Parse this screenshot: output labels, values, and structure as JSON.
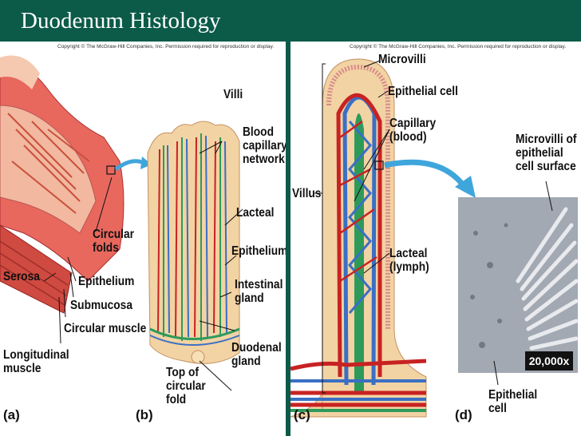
{
  "title": "Duodenum Histology",
  "copyright": "Copyright © The McGraw-Hill Companies, Inc. Permission required for reproduction or display.",
  "panels": {
    "a": "(a)",
    "b": "(b)",
    "c": "(c)",
    "d": "(d)"
  },
  "labels": {
    "villi": "Villi",
    "blood_capillary_network": [
      "Blood",
      "capillary",
      "network"
    ],
    "lacteal": "Lacteal",
    "epithelium_b": "Epithelium",
    "intestinal_gland": [
      "Intestinal",
      "gland"
    ],
    "duodenal_gland": [
      "Duodenal",
      "gland"
    ],
    "top_of_circular_fold": [
      "Top of",
      "circular",
      "fold"
    ],
    "circular_folds": [
      "Circular",
      "folds"
    ],
    "epithelium_a": "Epithelium",
    "serosa": "Serosa",
    "submucosa": "Submucosa",
    "circular_muscle": "Circular muscle",
    "longitudinal_muscle": [
      "Longitudinal",
      "muscle"
    ],
    "microvilli": "Microvilli",
    "epithelial_cell_c": "Epithelial cell",
    "capillary_blood": [
      "Capillary",
      "(blood)"
    ],
    "villus": "Villus",
    "lacteal_lymph": [
      "Lacteal",
      "(lymph)"
    ],
    "microvilli_surface": [
      "Microvilli of",
      "epithelial",
      "cell surface"
    ],
    "epithelial_cell_d": [
      "Epithelial",
      "cell"
    ],
    "magnification": "20,000x"
  },
  "colors": {
    "background": "#0b5b48",
    "muscle": "#d9534a",
    "tissue": "#f1c99a",
    "lacteal": "#2e9a5a",
    "vein": "#3a6fc4",
    "artery": "#c82222",
    "arrow": "#3fa6dc"
  }
}
